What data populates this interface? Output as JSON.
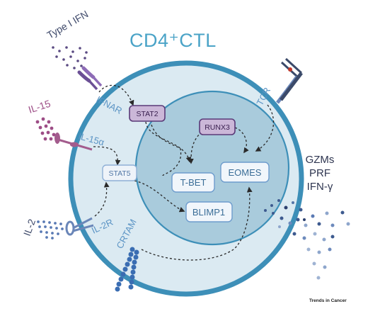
{
  "cell_title": "CD4⁺CTL",
  "ligands": {
    "type1_ifn": "Type I IFN",
    "il15": "IL-15",
    "il2": "IL-2"
  },
  "receptors": {
    "ifnar": "IFNAR",
    "il15a": "IL-15α",
    "il2r": "IL-2R",
    "crtam": "CRTAM",
    "tcr": "TCR"
  },
  "nodes": {
    "stat2": "STAT2",
    "stat5": "STAT5",
    "runx3": "RUNX3",
    "tbet": "T-BET",
    "eomes": "EOMES",
    "blimp1": "BLIMP1"
  },
  "effectors": [
    "GZMs",
    "PRF",
    "IFN-γ"
  ],
  "credit": "Trends in Cancer",
  "colors": {
    "outer_cell": "#dbeaf2",
    "outer_ring": "#3d8fb8",
    "inner_nucleus": "#a9cbdc",
    "inner_ring": "#3d8fb8",
    "purple_fill": "#cbb7d8",
    "purple_stroke": "#5a3a78",
    "blue_fill": "#f1f6fb",
    "blue_stroke": "#6e9ccd",
    "ifn_dots": "#5a4a82",
    "il15_dots": "#9d4d86",
    "il2_dots": "#5a7ab4",
    "effector_dots": "#3d5a8f"
  },
  "icons": [
    "receptor-ifnar-icon",
    "receptor-il15a-icon",
    "receptor-il2r-icon",
    "receptor-crtam-icon",
    "receptor-tcr-icon"
  ]
}
